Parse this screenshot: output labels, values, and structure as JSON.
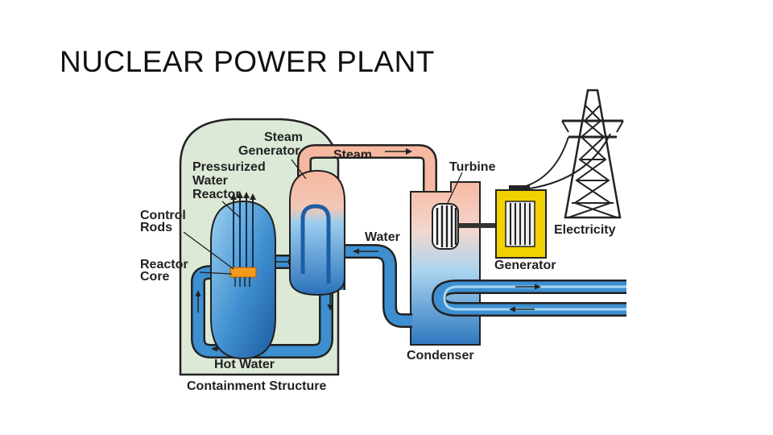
{
  "slide": {
    "title": "NUCLEAR POWER PLANT"
  },
  "labels": {
    "steam_generator_1": "Steam",
    "steam_generator_2": "Generator",
    "pwr_1": "Pressurized",
    "pwr_2": "Water",
    "pwr_3": "Reactor",
    "control_rods_1": "Control",
    "control_rods_2": "Rods",
    "reactor_core_1": "Reactor",
    "reactor_core_2": "Core",
    "steam": "Steam",
    "water": "Water",
    "turbine": "Turbine",
    "generator": "Generator",
    "electricity": "Electricity",
    "condenser": "Condenser",
    "hot_water": "Hot Water",
    "containment": "Containment Structure"
  },
  "colors": {
    "containment_fill": "#dbe9d6",
    "containment_stroke": "#222222",
    "steam_pink": "#f6b8a0",
    "water_blue": "#3d8fd0",
    "water_light": "#9fd0ee",
    "generator_yellow": "#f2d100",
    "core_orange": "#f29a1c"
  }
}
